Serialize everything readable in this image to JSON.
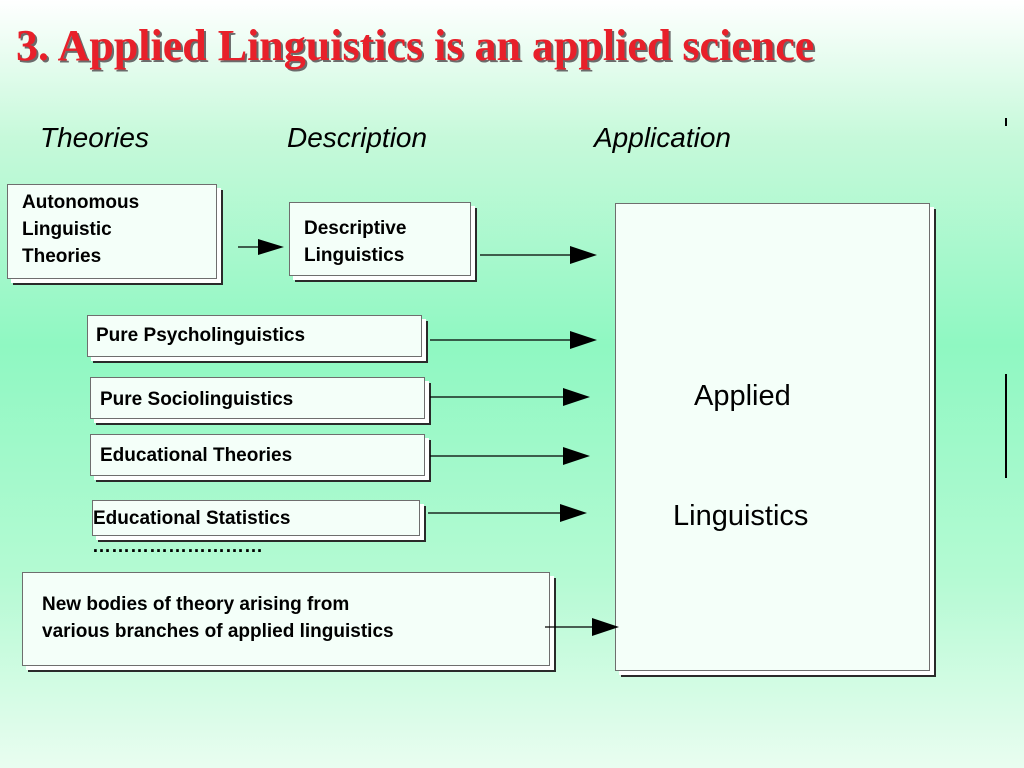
{
  "title": "3. Applied Linguistics is an applied science",
  "columns": {
    "theories": "Theories",
    "description": "Description",
    "application": "Application"
  },
  "boxes": {
    "autonomous": "Autonomous\nLinguistic\nTheories",
    "descriptive": "Descriptive\nLinguistics",
    "psycho": "Pure Psycholinguistics",
    "socio": "Pure Sociolinguistics",
    "educational_theories": "Educational Theories",
    "educational_statistics": "Educational Statistics",
    "ellipsis": "………………………",
    "new_bodies": "New bodies of theory arising from\nvarious branches of applied linguistics"
  },
  "target": {
    "line1": "Applied",
    "line2": "Linguistics"
  }
}
